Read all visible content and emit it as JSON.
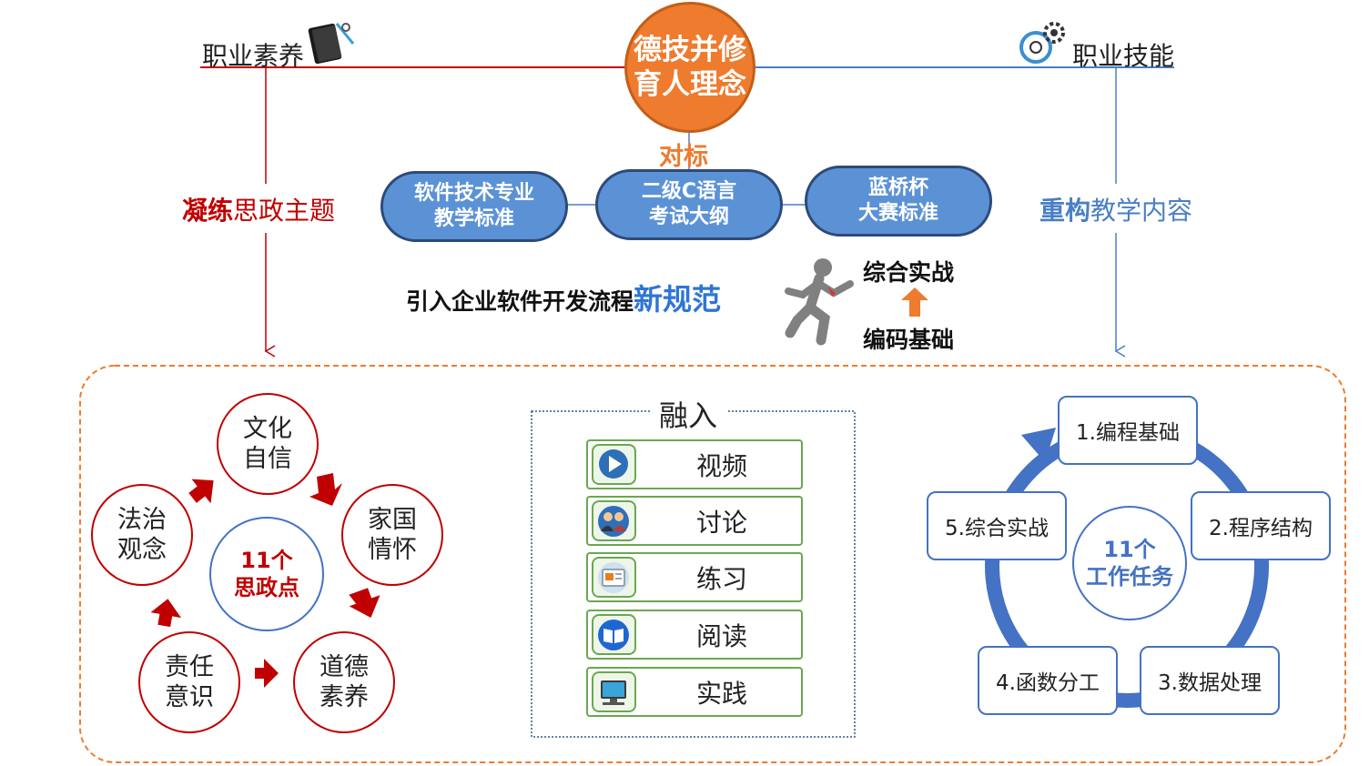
{
  "header": {
    "left_label": "职业素养",
    "right_label": "职业技能",
    "center": {
      "line1": "德技并修",
      "line2": "育人理念"
    },
    "benchmark": "对标"
  },
  "standards": [
    {
      "line1": "软件技术专业",
      "line2": "教学标准"
    },
    {
      "line1": "二级C语言",
      "line2": "考试大纲"
    },
    {
      "line1": "蓝桥杯",
      "line2": "大赛标准"
    }
  ],
  "left_theme": {
    "strong": "凝练",
    "rest": "思政主题"
  },
  "right_theme": {
    "strong": "重构",
    "rest": "教学内容"
  },
  "norm": {
    "prefix": "引入企业软件开发流程",
    "highlight": "新规范"
  },
  "progression": {
    "top": "综合实战",
    "bottom": "编码基础"
  },
  "ideology": {
    "center": {
      "line1": "11个",
      "line2": "思政点"
    },
    "points": [
      {
        "line1": "文化",
        "line2": "自信"
      },
      {
        "line1": "家国",
        "line2": "情怀"
      },
      {
        "line1": "道德",
        "line2": "素养"
      },
      {
        "line1": "责任",
        "line2": "意识"
      },
      {
        "line1": "法治",
        "line2": "观念"
      }
    ]
  },
  "integrate": {
    "title": "融入",
    "items": [
      {
        "label": "视频",
        "icon": "play-icon"
      },
      {
        "label": "讨论",
        "icon": "people-icon"
      },
      {
        "label": "练习",
        "icon": "exercise-icon"
      },
      {
        "label": "阅读",
        "icon": "book-icon"
      },
      {
        "label": "实践",
        "icon": "computer-icon"
      }
    ]
  },
  "tasks": {
    "center": {
      "line1": "11个",
      "line2": "工作任务"
    },
    "items": [
      "1.编程基础",
      "2.程序结构",
      "3.数据处理",
      "4.函数分工",
      "5.综合实战"
    ]
  },
  "colors": {
    "red": "#c00000",
    "blue": "#4472c4",
    "orange": "#ee7b2e",
    "green": "#6aa84f"
  }
}
